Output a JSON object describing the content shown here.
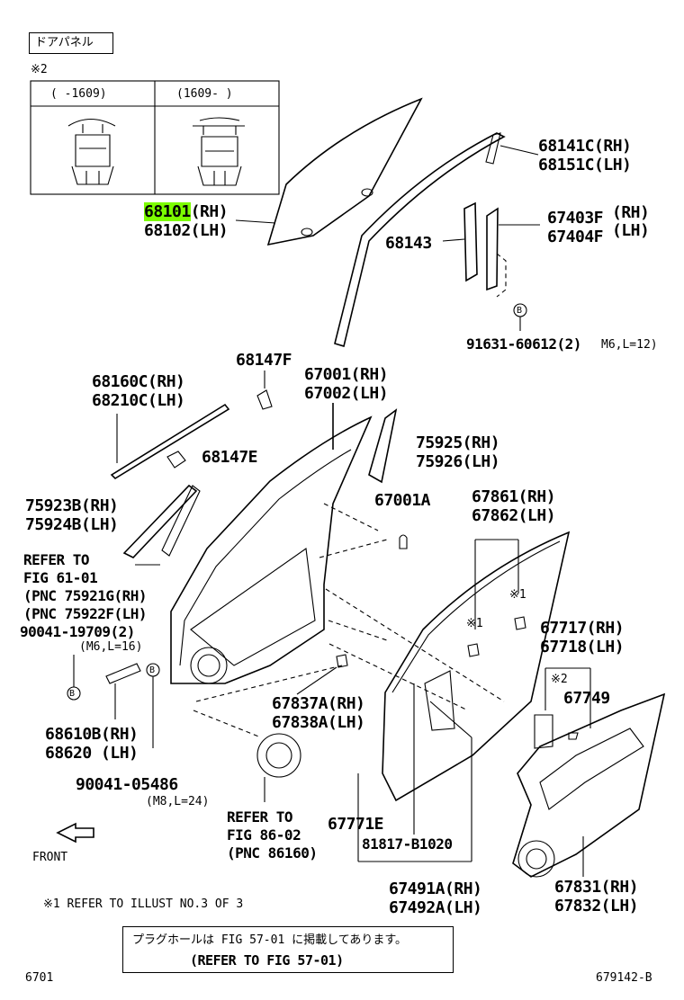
{
  "title_box": "ドアパネル",
  "note2_mark": "※2",
  "version_table": {
    "col1": "(    -1609)",
    "col2": "(1609-     )"
  },
  "labels": {
    "p68101": "68101",
    "p68101_suffix": "(RH)",
    "p68102": "68102(LH)",
    "p68141": "68141C(RH)",
    "p68151": "68151C(LH)",
    "p68143": "68143",
    "p67403": "67403F",
    "p67403_rh": "(RH)",
    "p67404": "67404F",
    "p67404_lh": "(LH)",
    "b_mark": "B",
    "bolt_91631": "91631-60612(2)",
    "bolt_91631_spec": "M6,L=12)",
    "p68147f": "68147F",
    "p68160": "68160C(RH)",
    "p68210": "68210C(LH)",
    "p67001": "67001(RH)",
    "p67002": "67002(LH)",
    "p75925": "75925(RH)",
    "p75926": "75926(LH)",
    "p68147e": "68147E",
    "p75923": "75923B(RH)",
    "p75924": "75924B(LH)",
    "p67001a": "67001A",
    "p67861": "67861(RH)",
    "p67862": "67862(LH)",
    "refer1_a": "REFER TO",
    "refer1_b": "FIG 61-01",
    "refer1_c": "(PNC 75921G(RH)",
    "refer1_d": "(PNC 75922F(LH)",
    "bolt_90041_a": "90041-19709(2)",
    "bolt_90041_a_spec": "(M6,L=16)",
    "note1_mark_a": "※1",
    "note1_mark_b": "※1",
    "p67717": "67717(RH)",
    "p67718": "67718(LH)",
    "note2_mark_b": "※2",
    "p67749": "67749",
    "p67837": "67837A(RH)",
    "p67838": "67838A(LH)",
    "p68610": "68610B(RH)",
    "p68620": "68620 (LH)",
    "bolt_90041_b": "90041-05486",
    "bolt_90041_b_spec": "(M8,L=24)",
    "refer2_a": "REFER TO",
    "refer2_b": "FIG 86-02",
    "refer2_c": "(PNC 86160)",
    "p67771e": "67771E",
    "p81817": "81817-B1020",
    "p67491": "67491A(RH)",
    "p67492": "67492A(LH)",
    "p67831": "67831(RH)",
    "p67832": "67832(LH)",
    "front": "FRONT",
    "footnote": "※1 REFER TO ILLUST NO.3 OF 3",
    "plug_jp": "プラグホールは FIG 57-01 に掲載してあります。",
    "plug_en": "(REFER TO FIG 57-01)",
    "page_code": "6701",
    "fig_code": "679142-B"
  },
  "highlight_color": "#7CFC00"
}
